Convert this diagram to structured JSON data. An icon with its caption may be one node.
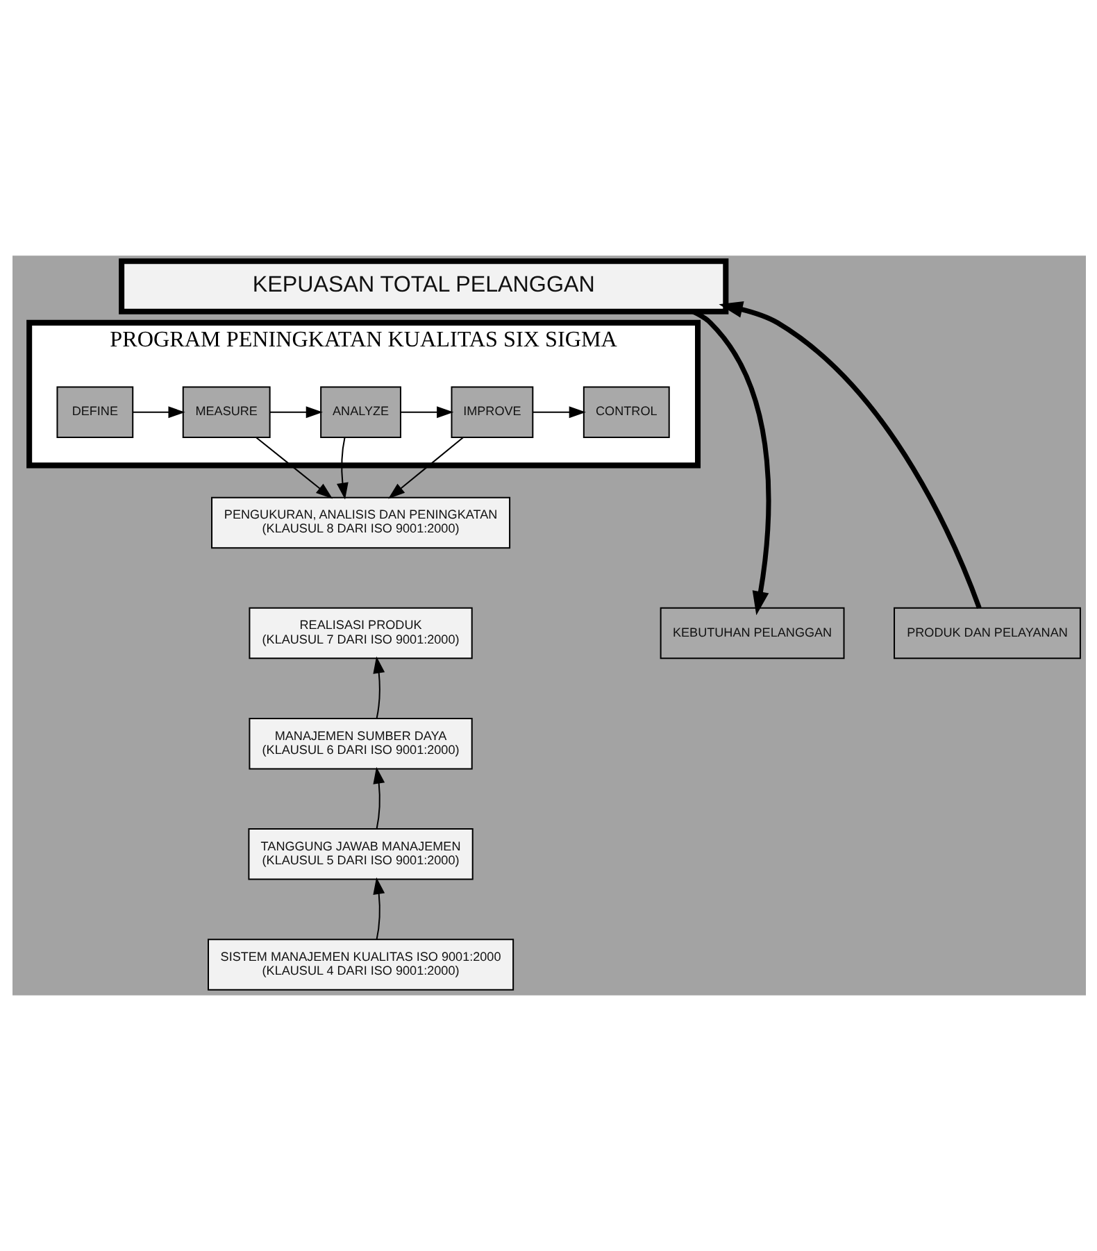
{
  "diagram": {
    "nodes": [
      {
        "text": [
          "KEPUASAN TOTAL PELANGGAN"
        ]
      },
      {
        "text": [
          "PROGRAM PENINGKATAN KUALITAS SIX SIGMA"
        ]
      },
      {
        "text": [
          "DEFINE"
        ],
        "in": 1
      },
      {
        "text": [
          "MEASURE"
        ],
        "in": 1
      },
      {
        "text": [
          "ANALYZE"
        ],
        "in": 1
      },
      {
        "text": [
          "IMPROVE"
        ],
        "in": 1
      },
      {
        "text": [
          "CONTROL"
        ],
        "in": 1
      },
      {
        "text": [
          "PENGUKURAN, ANALISIS DAN PENINGKATAN",
          "(KLAUSUL 8 DARI ISO 9001:2000)"
        ]
      },
      {
        "text": [
          "KEBUTUHAN PELANGGAN"
        ]
      },
      {
        "text": [
          "REALISASI PRODUK",
          "(KLAUSUL 7 DARI ISO 9001:2000)"
        ]
      },
      {
        "text": [
          "PRODUK DAN PELAYANAN"
        ]
      },
      {
        "text": [
          "MANAJEMEN SUMBER DAYA",
          "(KLAUSUL 6 DARI ISO 9001:2000)"
        ]
      },
      {
        "text": [
          "TANGGUNG JAWAB MANAJEMEN",
          "(KLAUSUL 5 DARI ISO 9001:2000)"
        ]
      },
      {
        "text": [
          "SISTEM MANAJEMEN KUALITAS ISO 9001:2000",
          "(KLAUSUL 4 DARI ISO 9001:2000)"
        ]
      }
    ],
    "edges": [
      {
        "from": 0,
        "to": 8,
        "arrow": "to",
        "style": "thick"
      },
      {
        "from": 10,
        "to": 0,
        "arrow": "to",
        "style": "thick"
      },
      {
        "from": 2,
        "to": 3,
        "arrow": "to"
      },
      {
        "from": 3,
        "to": 4,
        "arrow": "to"
      },
      {
        "from": 4,
        "to": 5,
        "arrow": "to"
      },
      {
        "from": 5,
        "to": 6,
        "arrow": "to"
      },
      {
        "from": 3,
        "to": 7,
        "arrow": "to"
      },
      {
        "from": 4,
        "to": 7,
        "arrow": "to"
      },
      {
        "from": 5,
        "to": 7,
        "arrow": "to"
      },
      {
        "from": 13,
        "to": 12,
        "arrow": "to"
      },
      {
        "from": 12,
        "to": 11,
        "arrow": "to"
      },
      {
        "from": 11,
        "to": 9,
        "arrow": "to"
      }
    ]
  }
}
